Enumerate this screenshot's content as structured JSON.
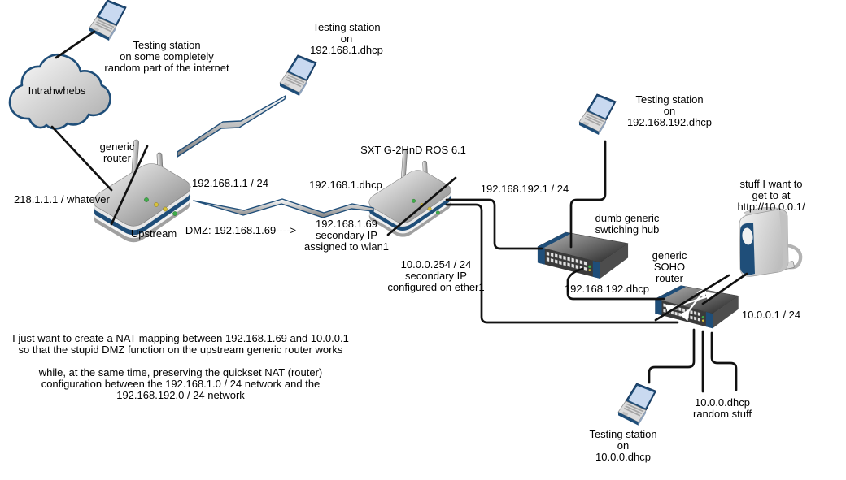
{
  "cloud": {
    "label": "Intrahwhebs"
  },
  "stations": {
    "internet": "Testing station\non some completely\nrandom part of the internet",
    "lan1": "Testing station\non\n192.168.1.dhcp",
    "lan192": "Testing station\non\n192.168.192.dhcp",
    "lan10": "Testing station\non\n10.0.0.dhcp"
  },
  "upstream": {
    "type": "generic\nrouter",
    "name": "Upstream",
    "wan": "218.1.1.1 / whatever",
    "lan": "192.168.1.1 / 24",
    "dmz": "DMZ: 192.168.1.69---->"
  },
  "sxt": {
    "name": "SXT G-2HnD ROS 6.1",
    "wlan": "192.168.1.dhcp",
    "wlan_secondary": "192.168.1.69\nsecondary IP\nassigned to wlan1",
    "lan": "192.168.192.1 / 24",
    "ether1_secondary": "10.0.0.254 / 24\nsecondary IP\nconfigured on ether1"
  },
  "hub": {
    "name": "dumb generic\nswtiching hub",
    "link": "192.168.192.dhcp"
  },
  "soho": {
    "name": "generic\nSOHO\nrouter",
    "lan": "10.0.0.1 / 24",
    "clients": "10.0.0.dhcp\nrandom stuff"
  },
  "storage": {
    "note": "stuff I want to get to at\nhttp://10.0.0.1/"
  },
  "annotation": "I just want to create a NAT mapping between 192.168.1.69 and 10.0.0.1\nso that the stupid DMZ function on the upstream generic router works\n\nwhile, at the same time, preserving the quickset NAT (router)\nconfiguration between the 192.168.1.0 / 24 network and the\n192.168.192.0 / 24 network",
  "colors": {
    "outline_navy": "#1f4e79",
    "cable_black": "#111111",
    "laptop_screen": "#c9d9f0",
    "led_green": "#3fae49",
    "led_amber": "#d9c23a"
  }
}
